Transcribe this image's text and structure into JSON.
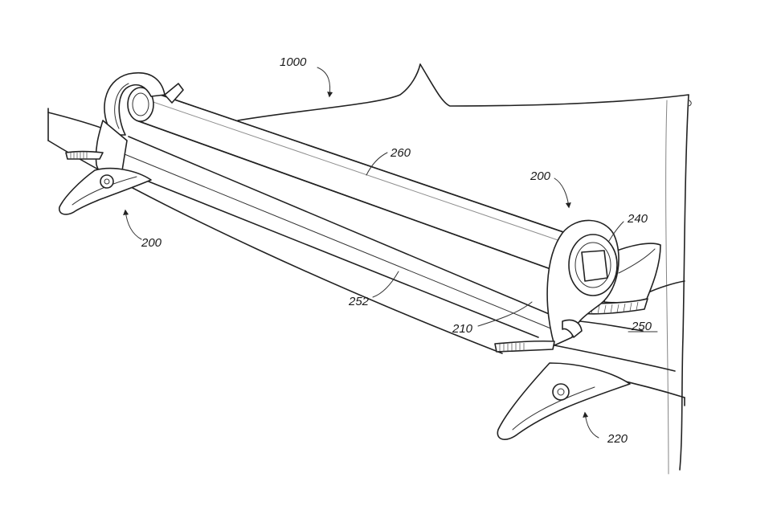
{
  "figure": {
    "reference_numerals": {
      "system": "1000",
      "clip_left": "200",
      "clip_right": "200",
      "rod": "260",
      "bar": "252",
      "fitting": "240",
      "jaw": "210",
      "handle": "220",
      "surface": "250"
    }
  }
}
